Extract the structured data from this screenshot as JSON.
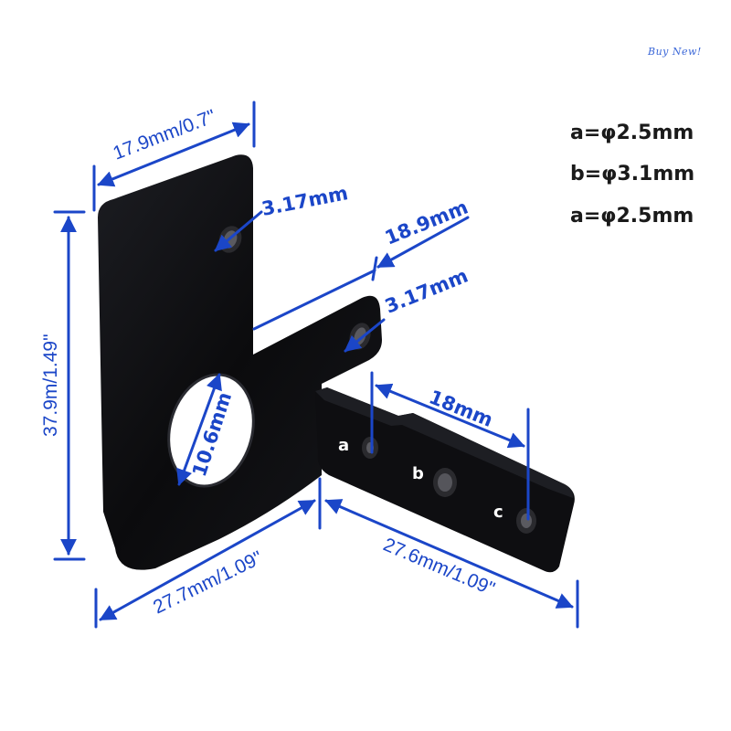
{
  "badge": "Buy  New!",
  "specs": [
    "a=φ2.5mm",
    "b=φ3.1mm",
    "a=φ2.5mm"
  ],
  "dimensions": {
    "top_width": "17.9mm/0.7\"",
    "height": "37.9m/1.49\"",
    "top_hole": "3.17mm",
    "arm_length": "18.9mm",
    "arm_hole": "3.17mm",
    "big_hole": "10.6mm",
    "hole_spacing": "18mm",
    "bottom_left": "27.7mm/1.09\"",
    "bottom_right": "27.6mm/1.09\""
  },
  "hole_labels": [
    "a",
    "b",
    "c"
  ],
  "colors": {
    "dimension": "#1b46c8",
    "part": "#0d0d0f",
    "spec_text": "#1a1a1a"
  }
}
